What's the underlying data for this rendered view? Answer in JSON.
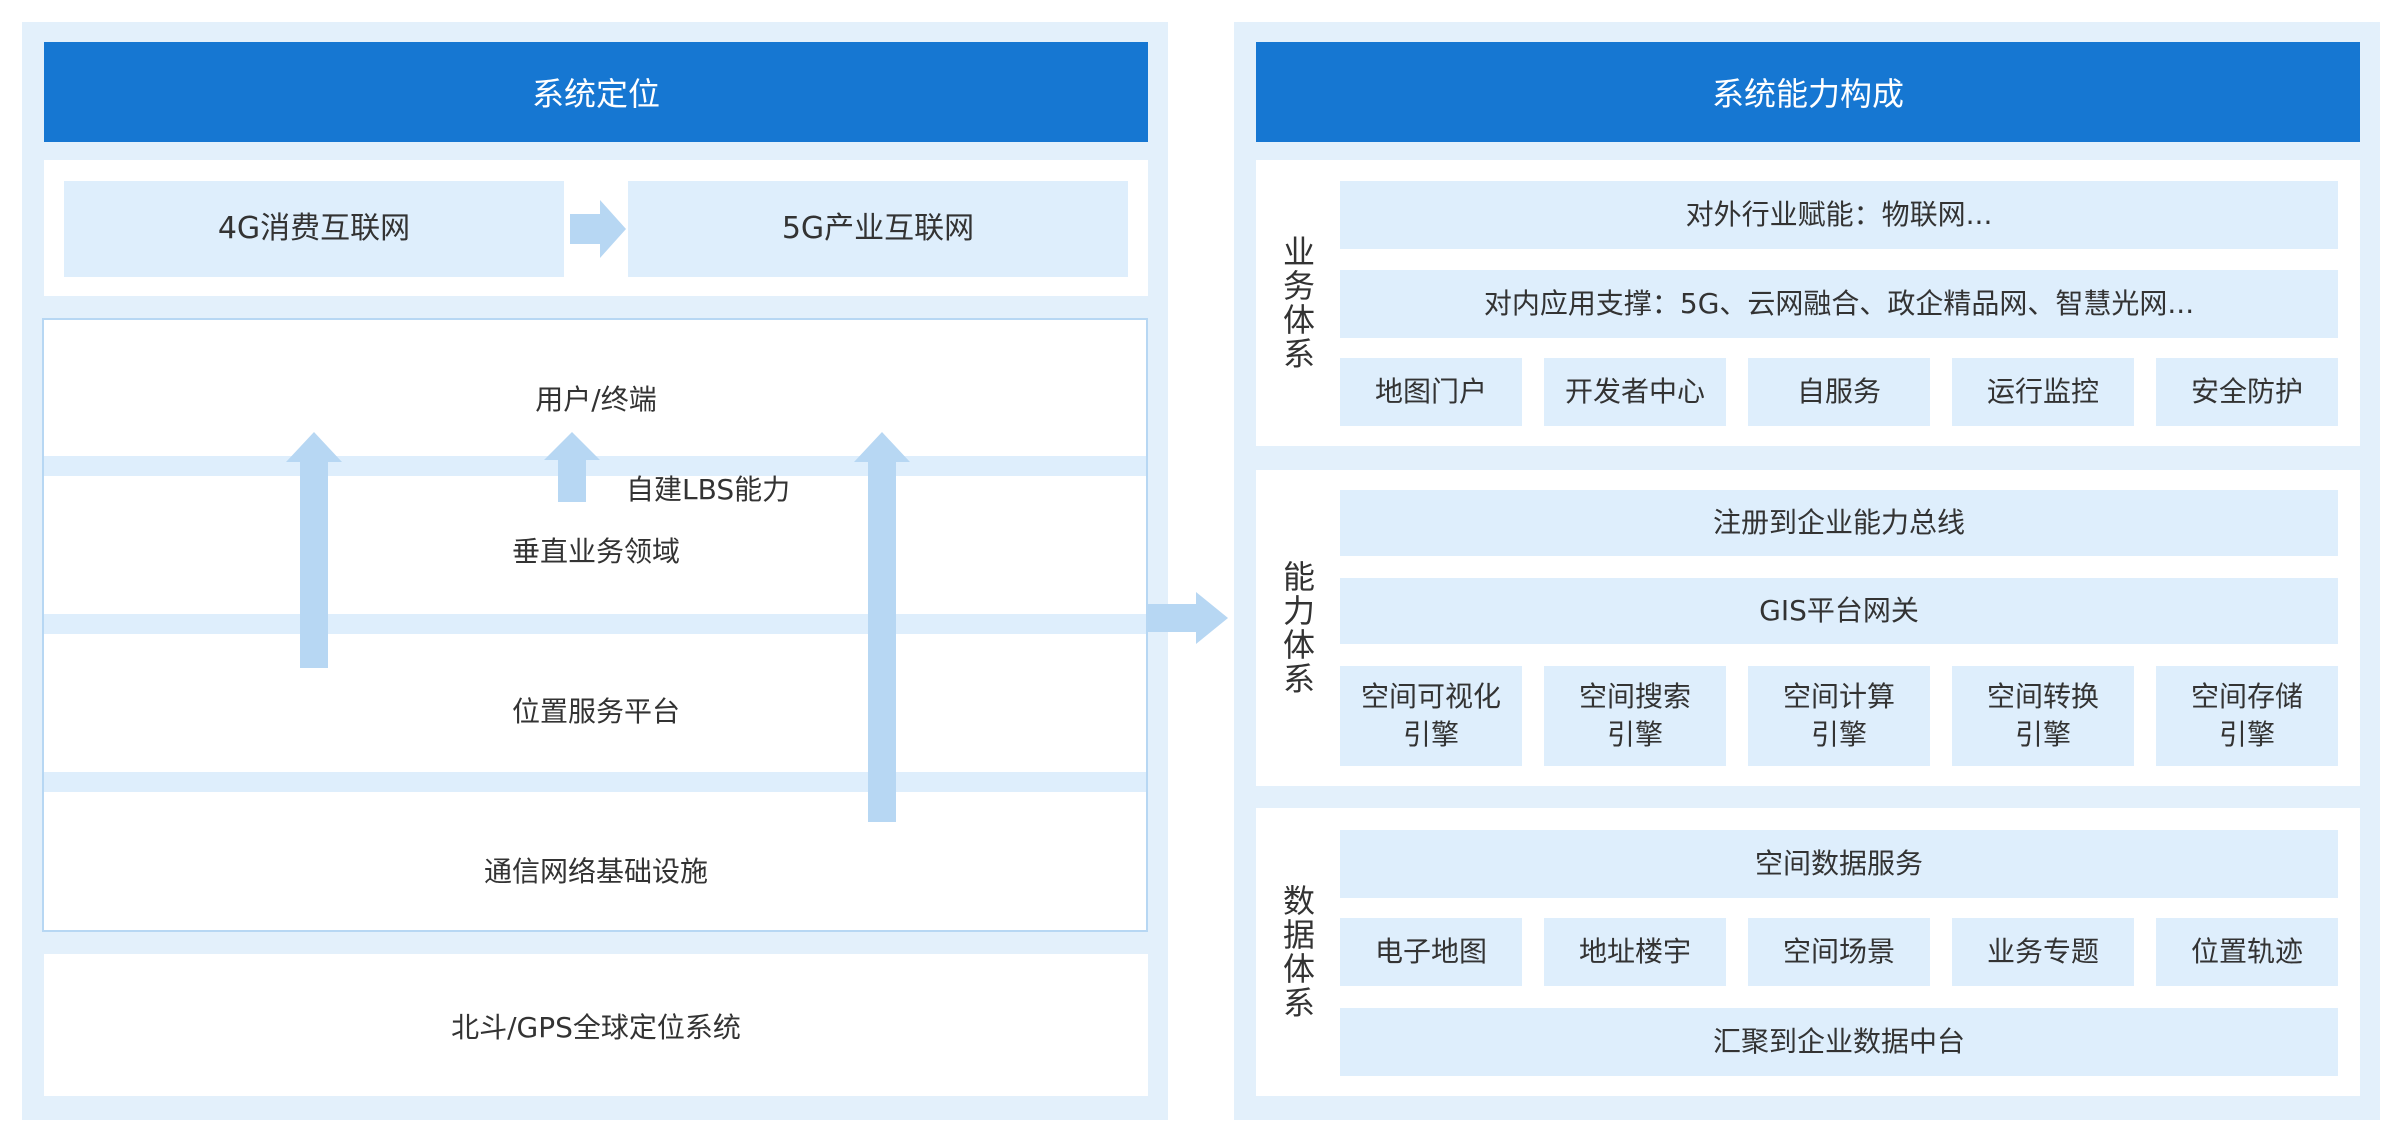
{
  "left": {
    "title": "系统定位",
    "evolution": {
      "from": "4G消费互联网",
      "to": "5G产业互联网"
    },
    "layers": [
      "用户/终端",
      "垂直业务领域",
      "位置服务平台",
      "通信网络基础设施"
    ],
    "lbs_label": "自建LBS能力",
    "base": "北斗/GPS全球定位系统"
  },
  "right": {
    "title": "系统能力构成",
    "business": {
      "label": "业务体系",
      "rows": [
        "对外行业赋能：物联网...",
        "对内应用支撑：5G、云网融合、政企精品网、智慧光网..."
      ],
      "items": [
        "地图门户",
        "开发者中心",
        "自服务",
        "运行监控",
        "安全防护"
      ]
    },
    "capability": {
      "label": "能力体系",
      "rows": [
        "注册到企业能力总线",
        "GIS平台网关"
      ],
      "engines": [
        {
          "line1": "空间可视化",
          "line2": "引擎"
        },
        {
          "line1": "空间搜索",
          "line2": "引擎"
        },
        {
          "line1": "空间计算",
          "line2": "引擎"
        },
        {
          "line1": "空间转换",
          "line2": "引擎"
        },
        {
          "line1": "空间存储",
          "line2": "引擎"
        }
      ]
    },
    "data": {
      "label": "数据体系",
      "top": "空间数据服务",
      "items": [
        "电子地图",
        "地址楼宇",
        "空间场景",
        "业务专题",
        "位置轨迹"
      ],
      "bottom": "汇聚到企业数据中台"
    }
  },
  "colors": {
    "header": "#1677d2",
    "panel": "#e3f0fb",
    "box": "#deeefc",
    "arrow": "#b7d7f3"
  }
}
